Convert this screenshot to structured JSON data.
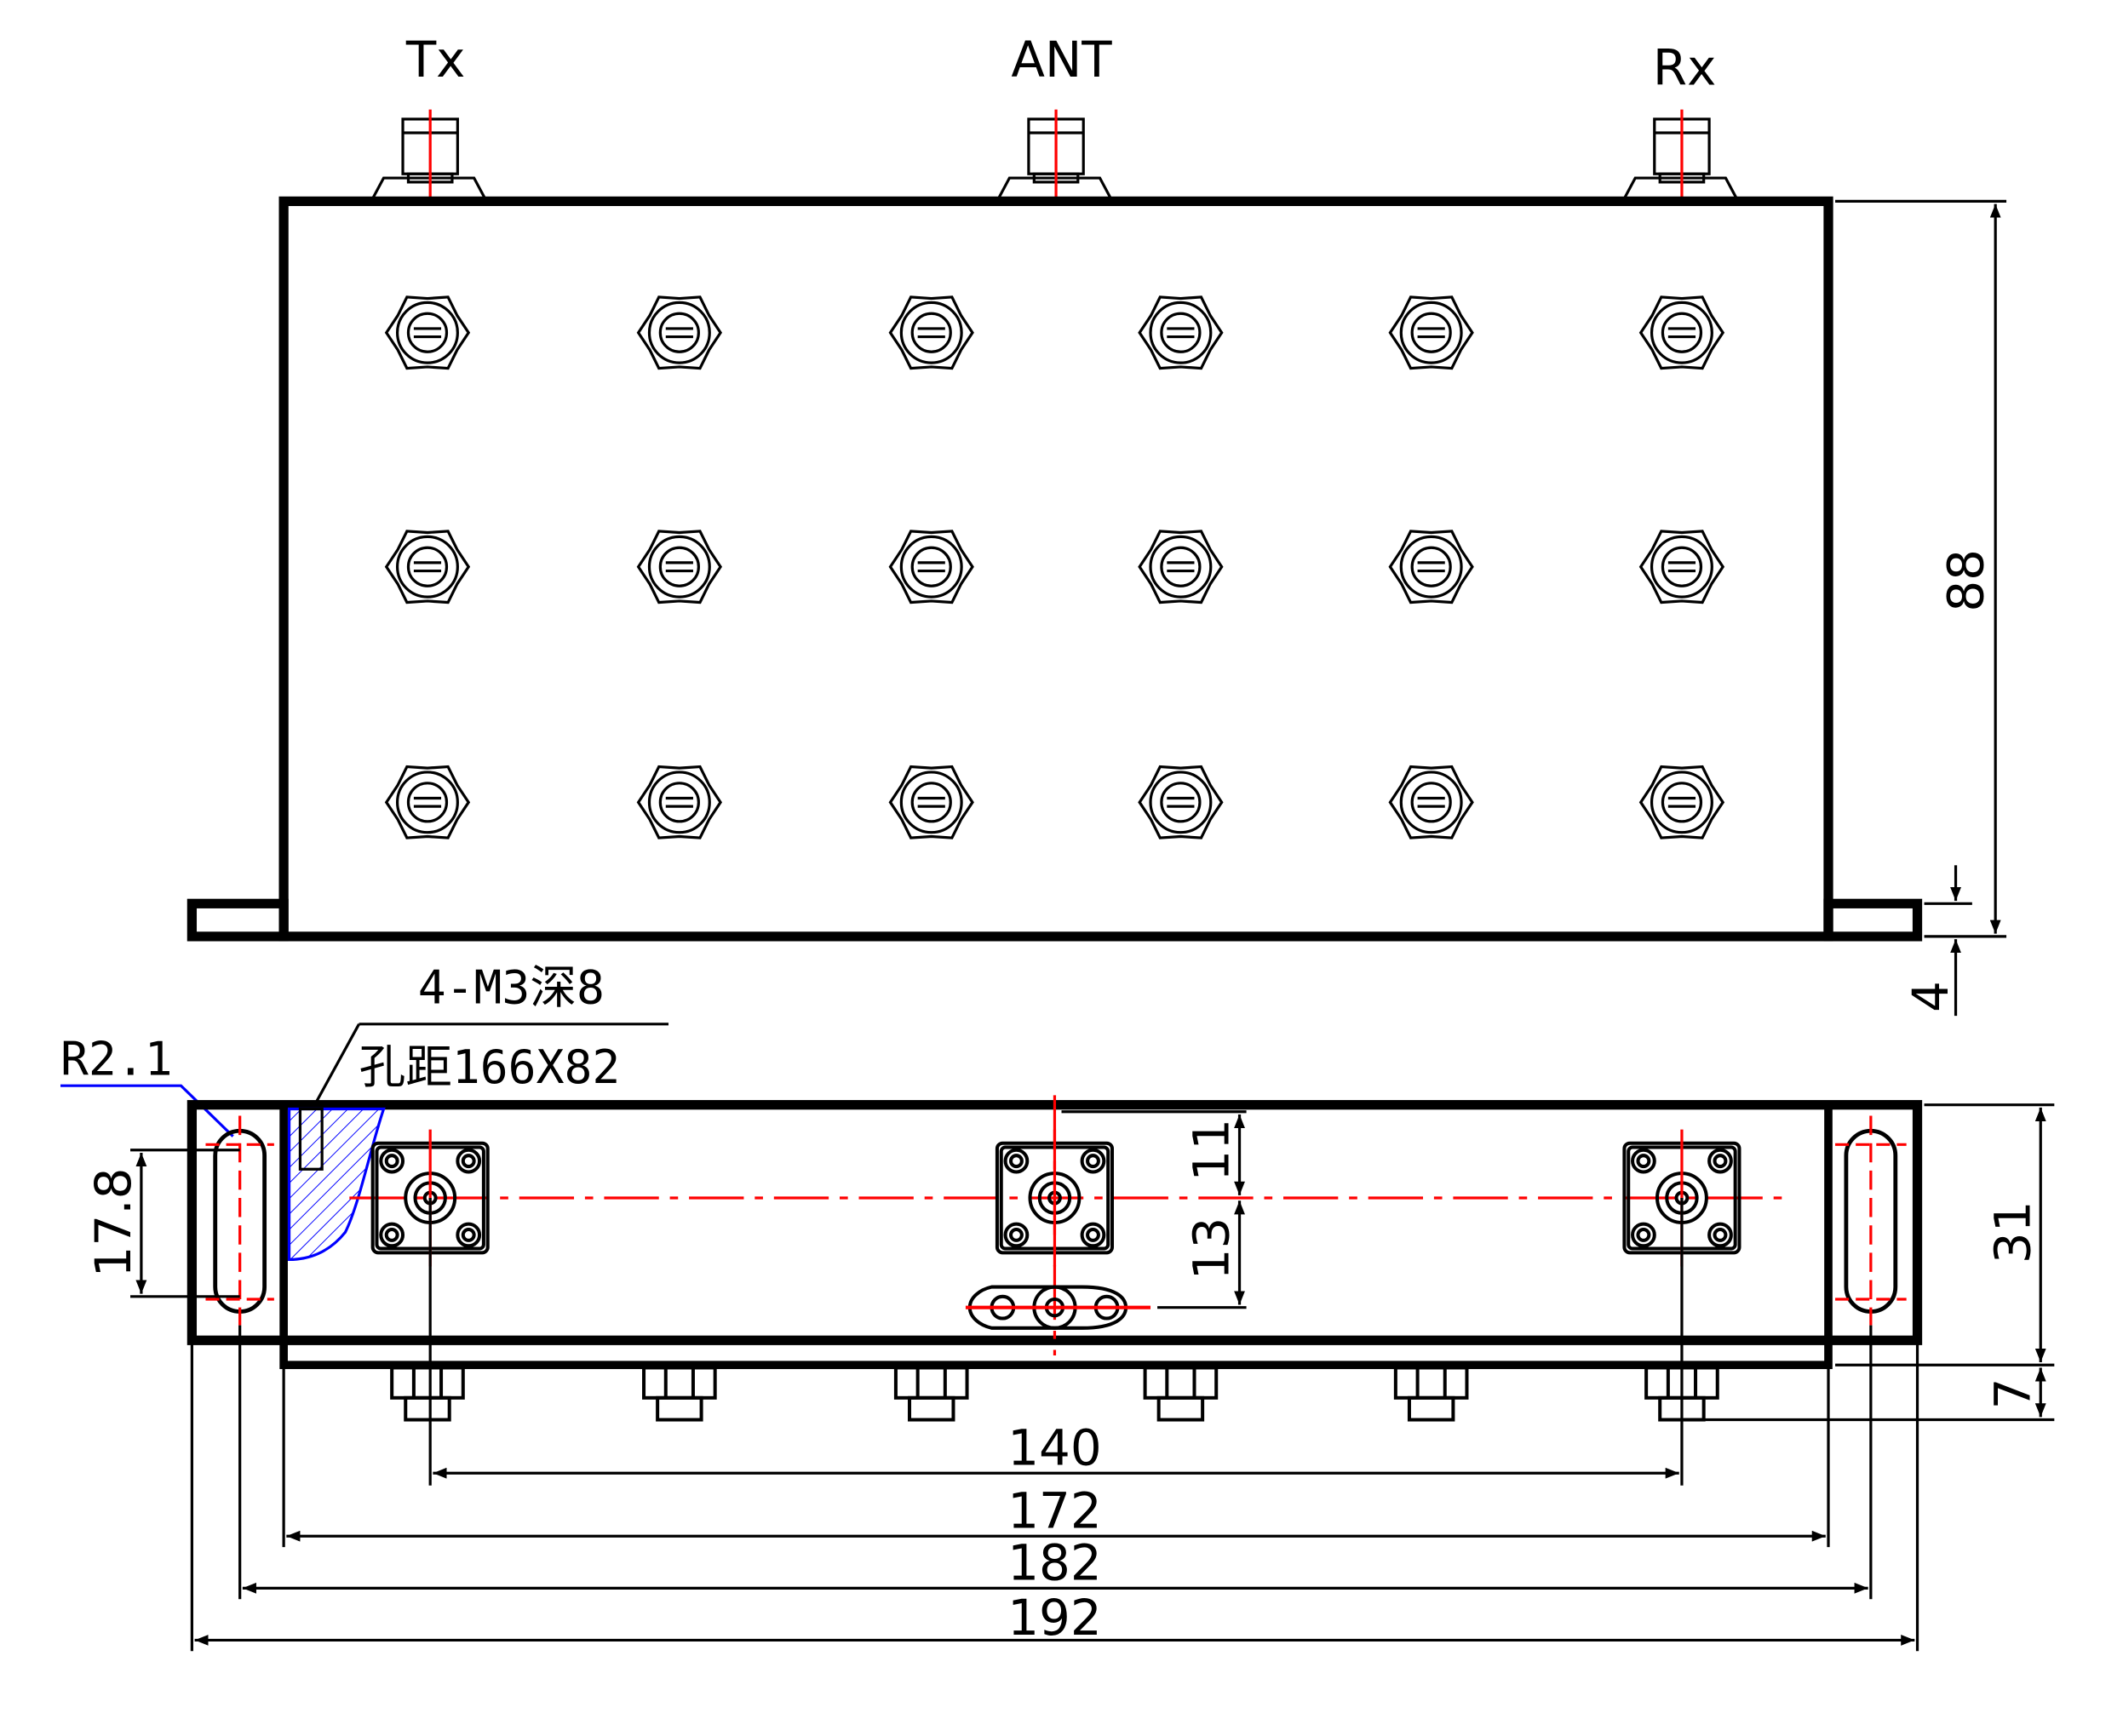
{
  "ports": {
    "tx": "Tx",
    "ant": "ANT",
    "rx": "Rx"
  },
  "notes": {
    "tapped_holes": "4-M3深8",
    "hole_spacing": "孔距166X82",
    "slot_radius": "R2.1"
  },
  "dimensions": {
    "height": "88",
    "flange_thickness": "4",
    "slot_length": "17.8",
    "connector_offset_top": "11",
    "connector_offset_bottom": "13",
    "depth": "31",
    "screw_protrusion": "7",
    "port_spacing": "140",
    "body_length": "172",
    "slot_spacing": "182",
    "overall_length": "192"
  },
  "colors": {
    "outline": "#000000",
    "centerline": "#ff0000",
    "leader": "#0000ff",
    "hatch": "#0000ff"
  }
}
